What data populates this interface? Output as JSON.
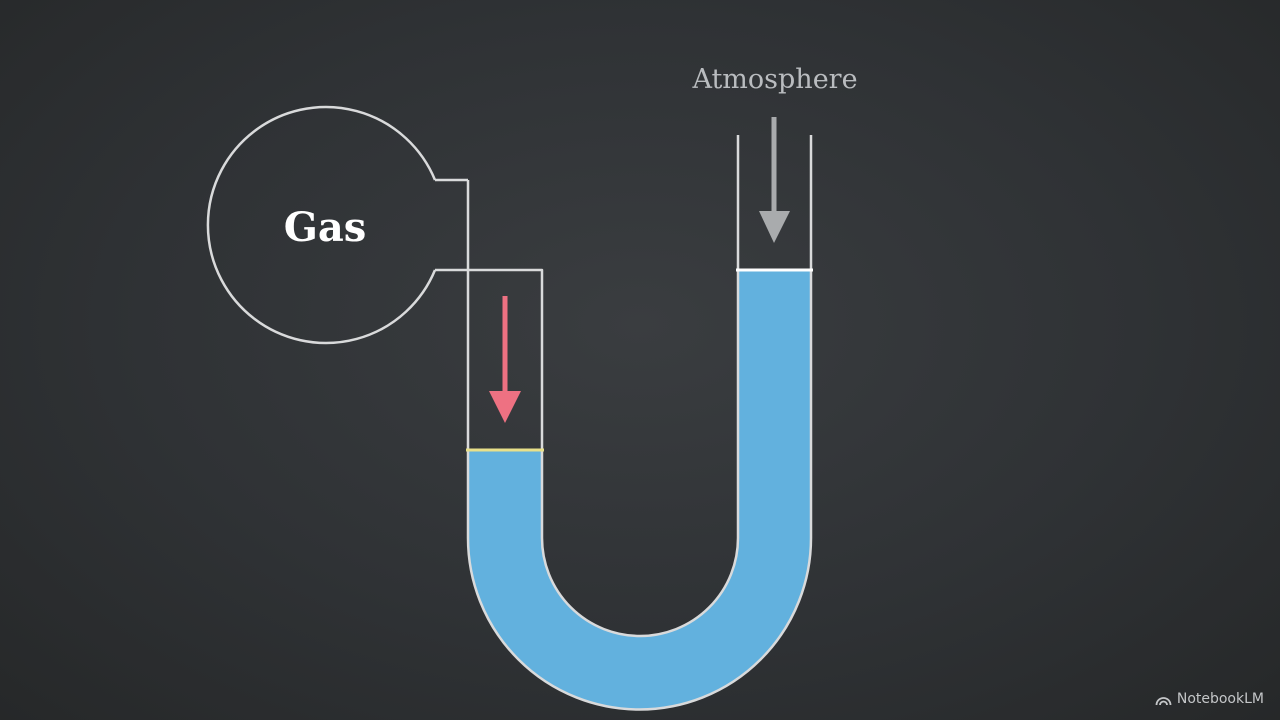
{
  "labels": {
    "gas": "Gas",
    "atmosphere": "Atmosphere"
  },
  "brand": {
    "name": "NotebookLM",
    "icon": "notebooklm-logo-icon"
  },
  "colors": {
    "background": "#303336",
    "outline": "#d9dadb",
    "liquid": "#62b1de",
    "gas_pressure_arrow": "#ee7182",
    "atmosphere_arrow": "#a9abad",
    "gas_side_meniscus": "#e8e08a",
    "atmosphere_side_meniscus": "#ffffff"
  },
  "icons": {
    "gas_pressure": "down-arrow-icon",
    "atmospheric_pressure": "down-arrow-icon"
  }
}
